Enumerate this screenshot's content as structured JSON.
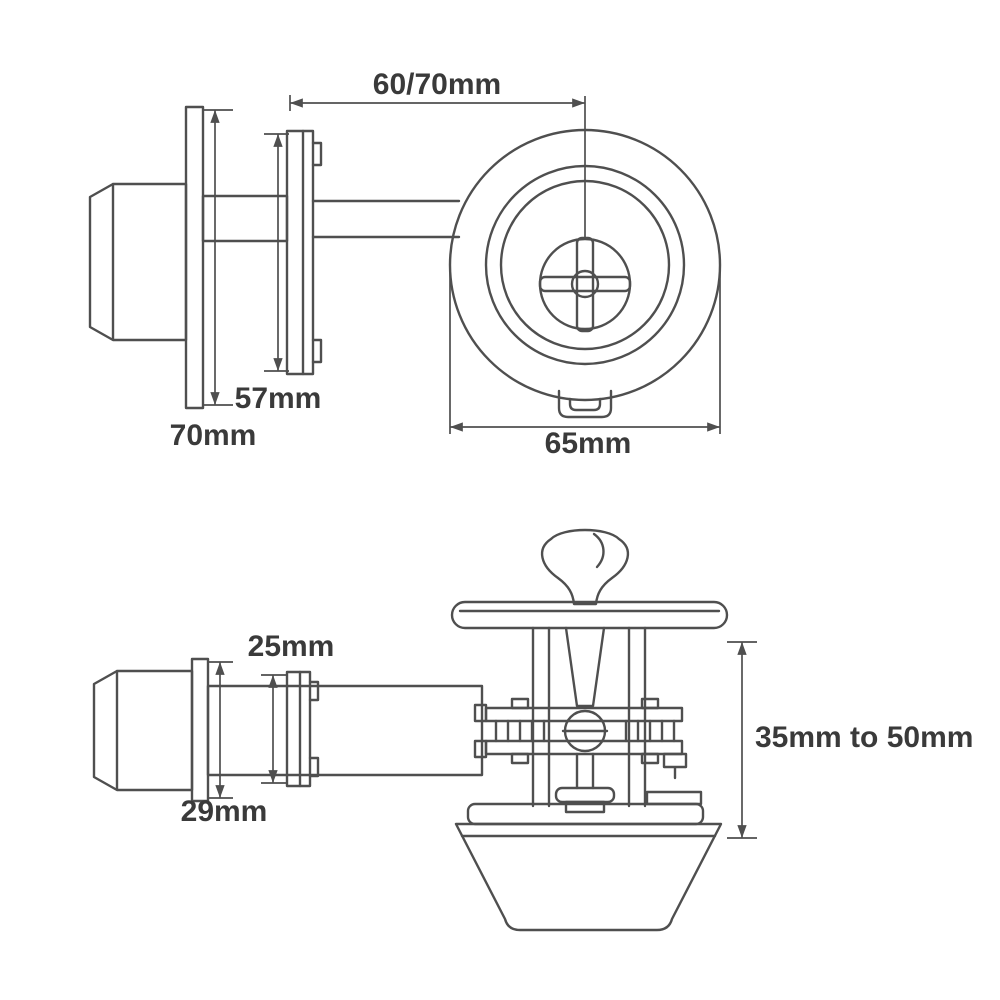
{
  "drawing": {
    "labels": {
      "backset": "60/70mm",
      "plate_inner_height": "57mm",
      "plate_outer_height": "70mm",
      "cylinder_diameter": "65mm",
      "latch_inner_height": "25mm",
      "latch_outer_height": "29mm",
      "door_thickness": "35mm to 50mm"
    },
    "colors": {
      "line": "#4f4f4f",
      "text": "#3a3a3a",
      "background": "#ffffff"
    }
  }
}
